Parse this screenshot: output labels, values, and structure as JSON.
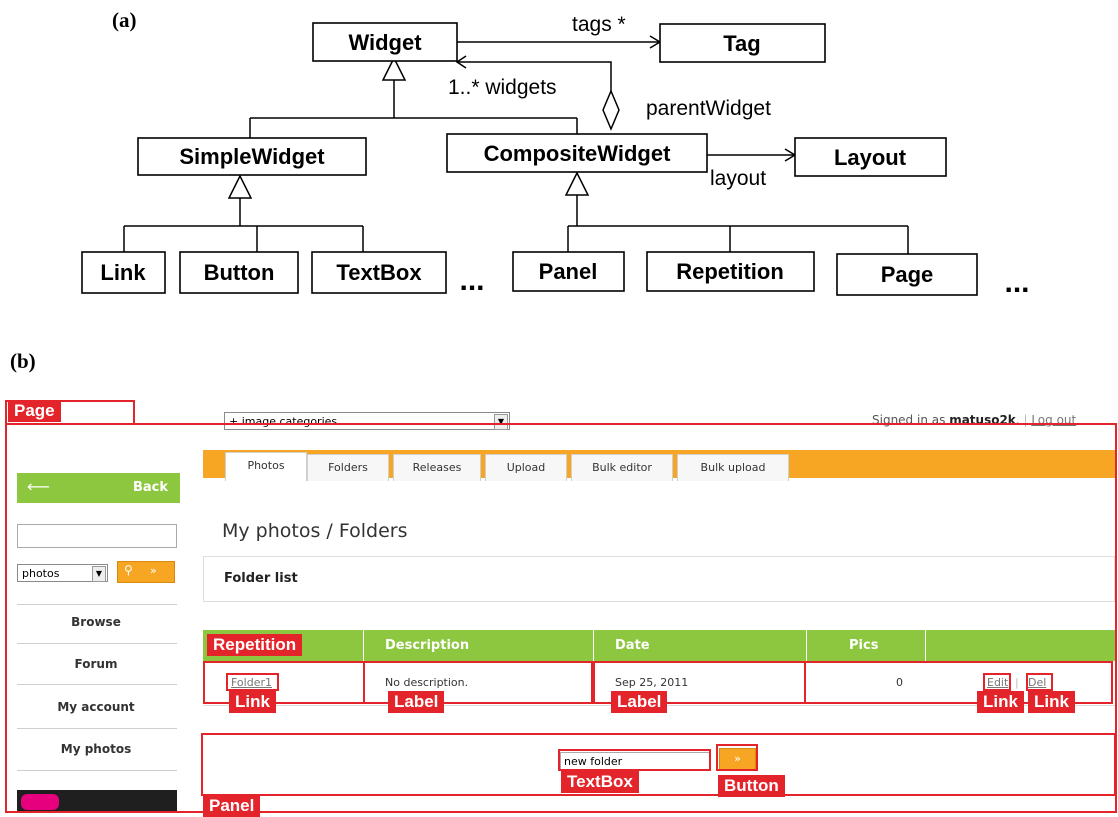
{
  "figure": {
    "label_a": "(a)",
    "label_b": "(b)"
  },
  "uml": {
    "classes": {
      "widget": "Widget",
      "tag": "Tag",
      "simple_widget": "SimpleWidget",
      "composite_widget": "CompositeWidget",
      "layout": "Layout",
      "link": "Link",
      "button": "Button",
      "textbox": "TextBox",
      "panel": "Panel",
      "repetition": "Repetition",
      "page": "Page"
    },
    "ellipsis": "...",
    "associations": {
      "tags": "tags *",
      "widgets": "1..* widgets",
      "parent_widget": "parentWidget",
      "layout": "layout"
    }
  },
  "annotations": {
    "page": "Page",
    "repetition": "Repetition",
    "link": "Link",
    "label": "Label",
    "textbox": "TextBox",
    "button": "Button",
    "panel": "Panel"
  },
  "app": {
    "category_select": "+ image categories",
    "signed_in_prefix": "Signed in as",
    "username": "matuso2k",
    "logout": "Log out",
    "back": "Back",
    "search_scope": "photos",
    "nav": [
      "Browse",
      "Forum",
      "My account",
      "My photos"
    ],
    "tabs": [
      "Photos",
      "Folders",
      "Releases",
      "Upload",
      "Bulk editor",
      "Bulk upload"
    ],
    "breadcrumb": "My photos / Folders",
    "section_title": "Folder list",
    "table": {
      "headers": [
        "Description",
        "Date",
        "Pics"
      ],
      "row": {
        "name": "Folder1",
        "description": "No description.",
        "date": "Sep 25, 2011",
        "pics": "0",
        "edit": "Edit",
        "delete": "Del"
      }
    },
    "new_folder_value": "new folder",
    "colors": {
      "green": "#8dc63f",
      "orange": "#f6a623",
      "annotation_red": "#e3242b"
    }
  }
}
